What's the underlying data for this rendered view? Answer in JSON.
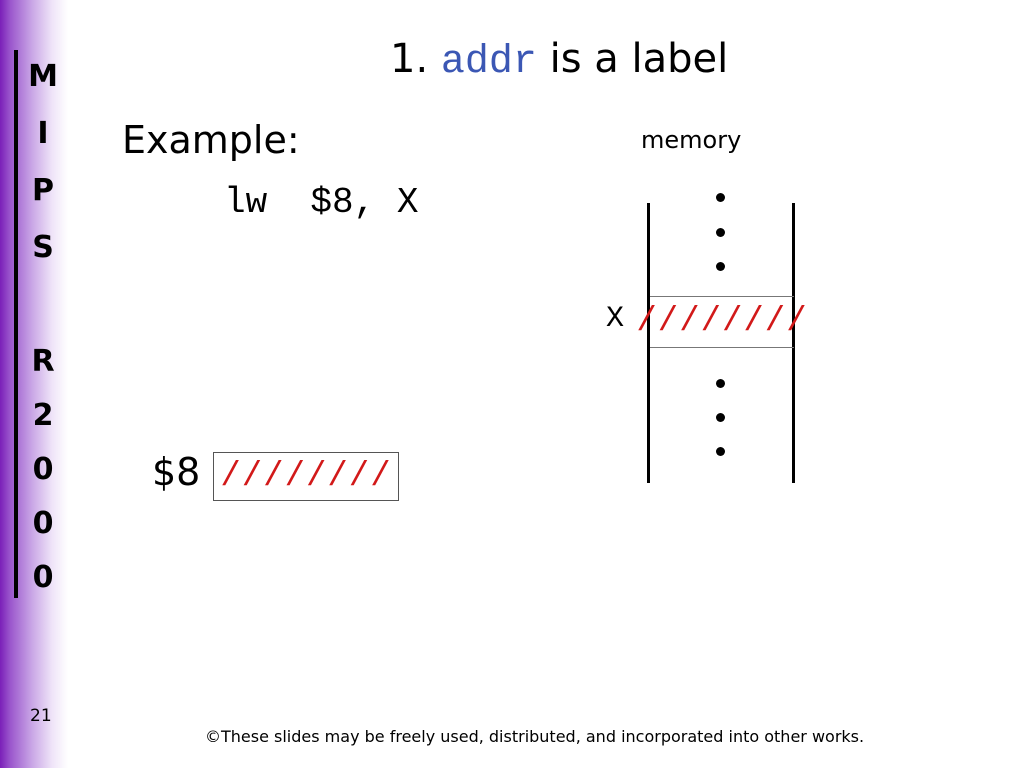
{
  "sidebar": {
    "letters": [
      "M",
      "I",
      "P",
      "S",
      "R",
      "2",
      "0",
      "0",
      "0"
    ]
  },
  "title": {
    "number": "1.",
    "code": "addr",
    "rest": "is a label"
  },
  "example_label": "Example:",
  "instruction": "lw  $8, X",
  "memory_label": "memory",
  "register": {
    "label": "$8",
    "contents": "////////"
  },
  "memory_cell": {
    "label": "X",
    "contents": "////////"
  },
  "page_number": "21",
  "footer": "©These slides may be freely used, distributed, and incorporated into other works.",
  "colors": {
    "accent_purple": "#7a1fb8",
    "code_blue": "#3b57b4",
    "hatch_red": "#d21919"
  }
}
